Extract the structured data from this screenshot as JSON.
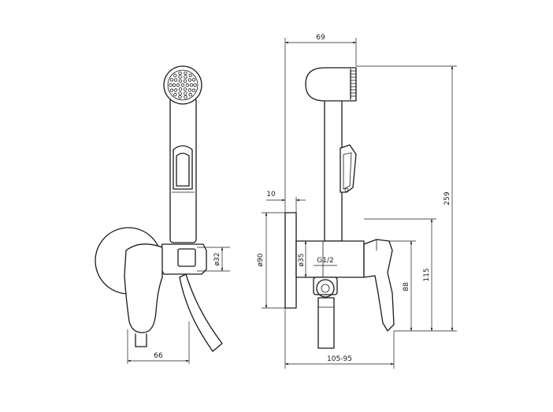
{
  "dimensions": {
    "front_width": "66",
    "connector_dia": "ø32",
    "side_top_width": "69",
    "plate_thickness": "10",
    "plate_dia": "ø90",
    "body_dia": "ø35",
    "thread": "G1/2",
    "body_height": "88",
    "outlet_height": "115",
    "total_height": "259",
    "depth_range": "105-95"
  }
}
